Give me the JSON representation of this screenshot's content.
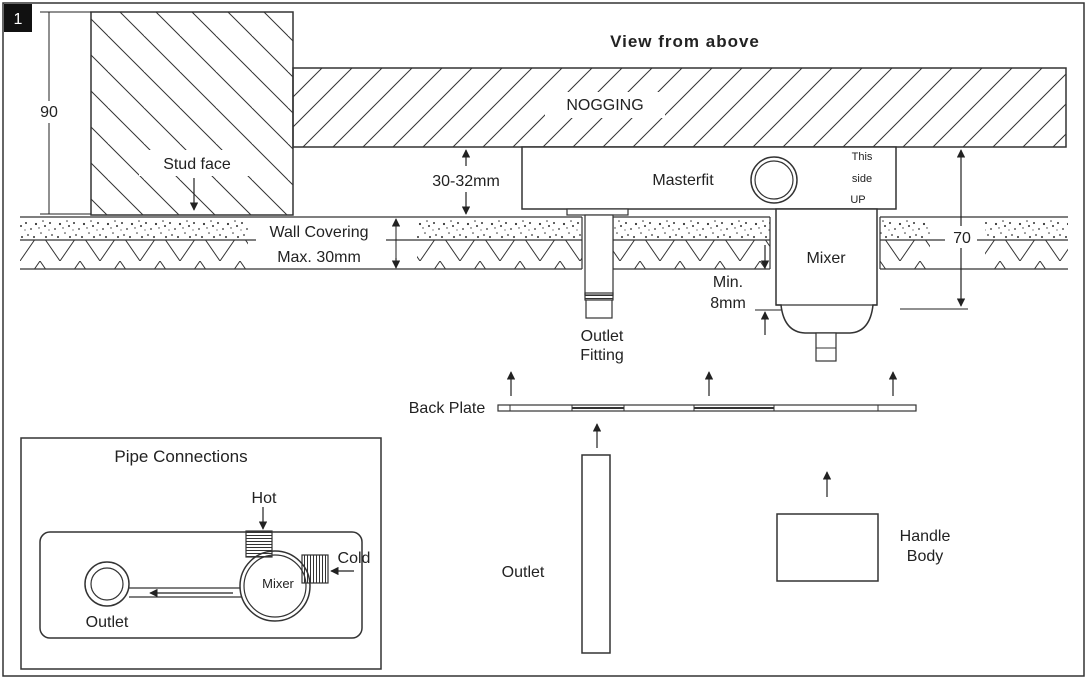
{
  "figure": {
    "step_number": "1",
    "title": "View from above"
  },
  "labels": {
    "dim_90": "90",
    "nogging": "NOGGING",
    "stud_face": "Stud face",
    "gap": "30-32mm",
    "masterfit": "Masterfit",
    "this": "This",
    "side": "side",
    "up": "UP",
    "wall_covering": "Wall Covering",
    "max_30": "Max. 30mm",
    "dim_70": "70",
    "mixer": "Mixer",
    "min": "Min.",
    "min_8": "8mm",
    "outlet_fitting_1": "Outlet",
    "outlet_fitting_2": "Fitting",
    "back_plate": "Back Plate",
    "outlet": "Outlet",
    "handle_body_1": "Handle",
    "handle_body_2": "Body"
  },
  "pipe_connections": {
    "title": "Pipe Connections",
    "hot": "Hot",
    "cold": "Cold",
    "mixer": "Mixer",
    "outlet": "Outlet"
  }
}
